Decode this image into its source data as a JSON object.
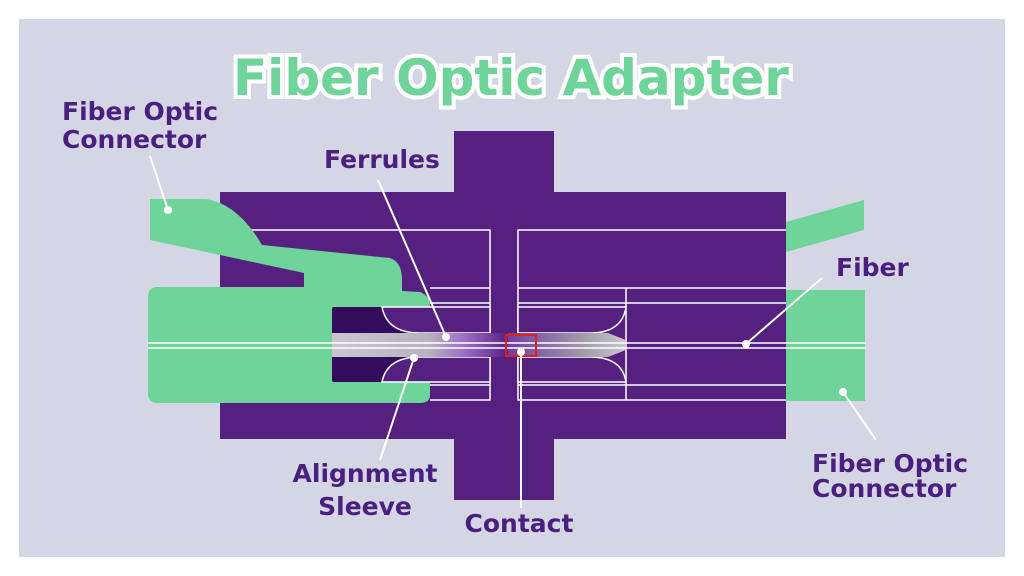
{
  "title": "Fiber Optic Adapter",
  "labels": {
    "connector_left_line1": "Fiber Optic",
    "connector_left_line2": "Connector",
    "ferrules": "Ferrules",
    "fiber": "Fiber",
    "alignment_sleeve_line1": "Alignment",
    "alignment_sleeve_line2": "Sleeve",
    "contact": "Contact",
    "connector_right_line1": "Fiber Optic",
    "connector_right_line2": "Connector"
  },
  "colors": {
    "background": "#d4d7e3",
    "adapter_body": "#55207f",
    "connector": "#6fd49a",
    "label_text": "#4b1f7f",
    "title_fill": "#6fd49a",
    "highlight_box": "#e02020",
    "leader_line": "#ffffff"
  }
}
